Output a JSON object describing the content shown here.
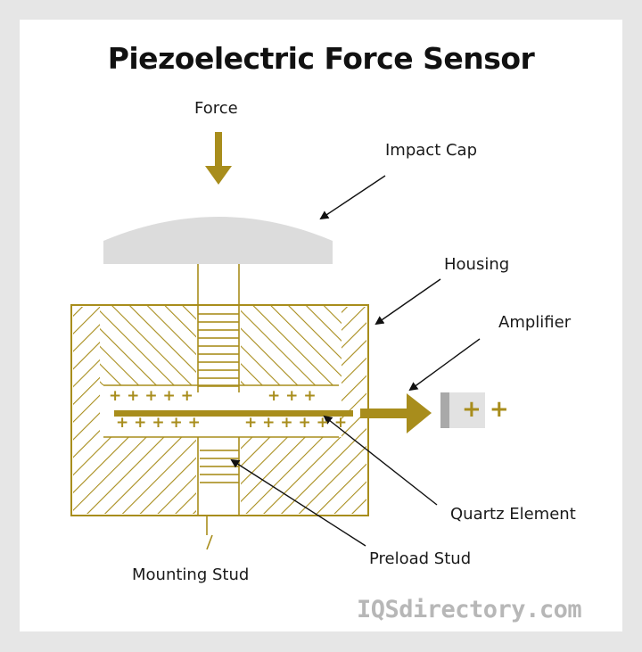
{
  "title": "Piezoelectric Force Sensor",
  "labels": {
    "force": "Force",
    "impact_cap": "Impact Cap",
    "housing": "Housing",
    "amplifier": "Amplifier",
    "quartz_element": "Quartz Element",
    "preload_stud": "Preload Stud",
    "mounting_stud": "Mounting Stud"
  },
  "charges": {
    "upper_left": "+ + + + +",
    "upper_right": "+ + +",
    "lower_left": "+ + + + +",
    "lower_right": "+ + + + + +",
    "amplifier_terminal": "+ +"
  },
  "watermark": "IQSdirectory.com",
  "colors": {
    "accent": "#a88d1c",
    "cap": "#dcdcdc",
    "background": "#e6e6e6",
    "text": "#1a1a1a"
  }
}
